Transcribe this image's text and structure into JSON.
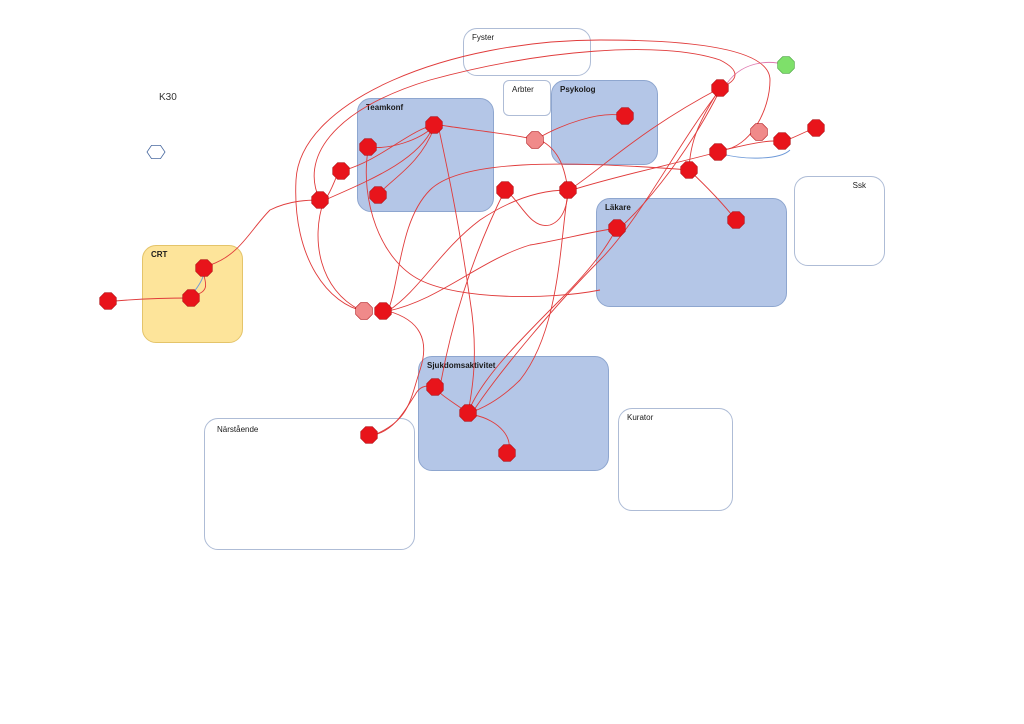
{
  "diagram": {
    "title": "K30",
    "zones": [
      {
        "id": "fyster",
        "label": "Fyster",
        "style": "white"
      },
      {
        "id": "arbter",
        "label": "Arbter",
        "style": "white"
      },
      {
        "id": "psykolog",
        "label": "Psykolog",
        "style": "blue"
      },
      {
        "id": "teamkonf",
        "label": "Teamkonf",
        "style": "blue"
      },
      {
        "id": "lakare",
        "label": "Läkare",
        "style": "blue"
      },
      {
        "id": "ssk",
        "label": "Ssk",
        "style": "white"
      },
      {
        "id": "crt",
        "label": "CRT",
        "style": "yellow"
      },
      {
        "id": "sjukdomsaktivitet",
        "label": "Sjukdomsaktivitet",
        "style": "blue"
      },
      {
        "id": "narstaende",
        "label": "Närstående",
        "style": "white"
      },
      {
        "id": "kurator",
        "label": "Kurator",
        "style": "white"
      }
    ],
    "colors": {
      "node_fill": "#e8141b",
      "node_light": "#f08a8a",
      "node_green": "#7ee06a",
      "link": "#e03b3b",
      "link_alt": "#e07ab0",
      "link_blue": "#6f9ad8",
      "outline_node": "#4a6aa0"
    }
  }
}
